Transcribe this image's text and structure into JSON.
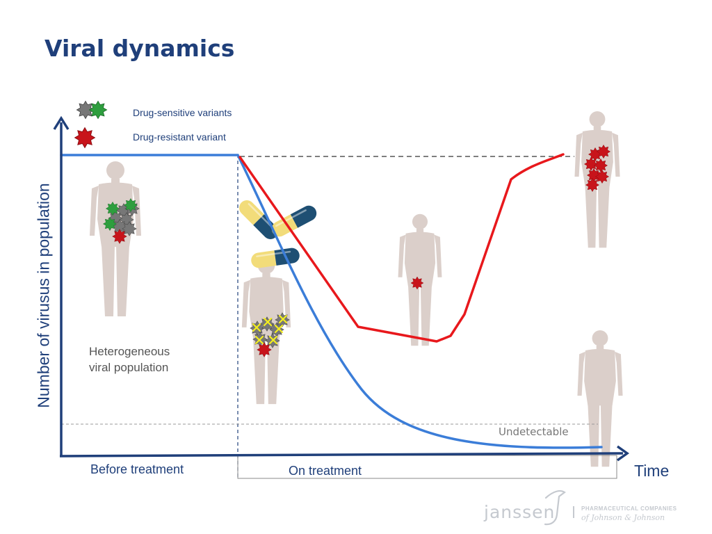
{
  "slide": {
    "title": "Viral dynamics",
    "legend": {
      "sensitive_label": "Drug-sensitive variants",
      "resistant_label": "Drug-resistant variant"
    },
    "y_axis_label": "Number of virusus in population",
    "x_axis_label": "Time",
    "heterogeneous_note": "Heterogeneous\nviral population",
    "undetectable_label": "Undetectable",
    "phases": {
      "before": "Before treatment",
      "on": "On treatment"
    },
    "logo": {
      "wordmark": "janssen",
      "line1": "PHARMACEUTICAL COMPANIES",
      "line2": "of Johnson & Johnson"
    },
    "colors": {
      "title": "#1f3f7a",
      "axis": "#1f3f7a",
      "total_virus_curve": "#3b7dd8",
      "resistant_curve": "#e8181c",
      "sensitive_virus": "#2e9e3e",
      "sensitive_virus_alt": "#777777",
      "resistant_virus": "#c8141b",
      "body_silhouette": "#dbcfca",
      "pill_navy": "#1e4f73",
      "pill_yellow": "#f2dc7a",
      "drug_mark": "#f4ee1f"
    },
    "icons": [
      "virus-icon",
      "person-icon",
      "pill-icon"
    ]
  }
}
